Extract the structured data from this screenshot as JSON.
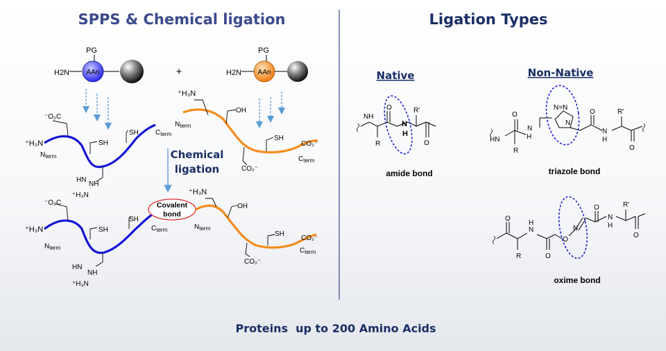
{
  "left_title": "SPPS & Chemical ligation",
  "right_title": "Ligation Types",
  "colors": {
    "blue_chain": "#1414d6",
    "orange_chain": "#f38c1c",
    "title_blue": "#3b4a8c",
    "navy": "#1b2e66",
    "arrow": "#5b9bd5"
  },
  "resin": {
    "pg": "PG",
    "h2n": "H2N",
    "aa": "AAn",
    "plus": "+"
  },
  "chem": {
    "co2": "CO2",
    "h3n": "H3N",
    "nterm": "Nterm",
    "cterm": "Cterm",
    "sh": "SH",
    "oh": "OH",
    "nh": "NH"
  },
  "step_label_1": "Chemical",
  "step_label_2": "ligation",
  "covalent_1": "Covalent",
  "covalent_2": "bond",
  "native": {
    "heading": "Native",
    "caption": "amide bond"
  },
  "non_native": {
    "heading": "Non-Native",
    "triazole_caption": "triazole bond",
    "oxime_caption": "oxime bond"
  },
  "struct": {
    "O": "O",
    "N": "N",
    "H": "H",
    "R": "R",
    "Rp": "R'",
    "NH": "NH",
    "HN": "HN"
  },
  "footer": "Proteins  up to 200 Amino Acids"
}
